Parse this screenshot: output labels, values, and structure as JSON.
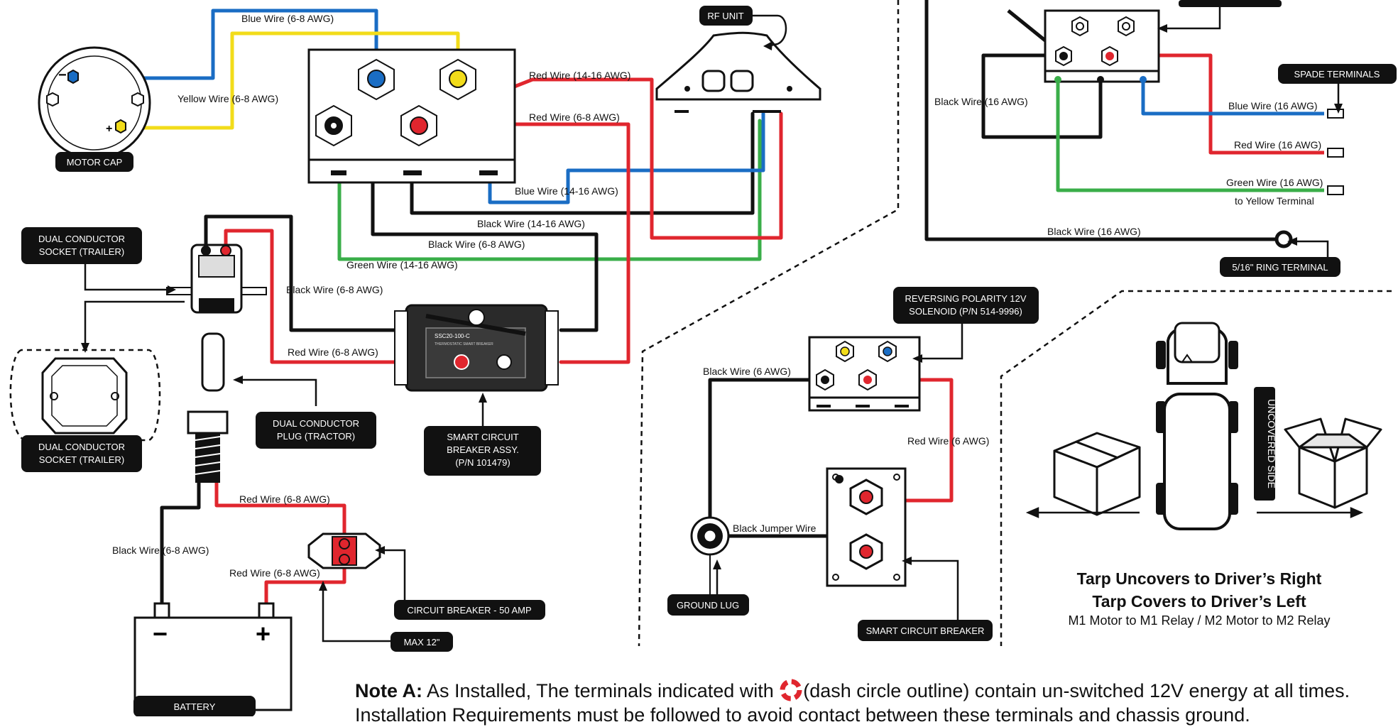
{
  "colors": {
    "blue": "#1a6dc4",
    "yellow": "#f2dc1a",
    "red": "#e0262e",
    "green": "#3aae49",
    "black": "#111111"
  },
  "wire_labels": {
    "blue_6_8": "Blue Wire (6-8 AWG)",
    "yellow_6_8": "Yellow Wire (6-8 AWG)",
    "red_14_16": "Red Wire (14-16 AWG)",
    "red_6_8_top": "Red Wire (6-8 AWG)",
    "blue_14_16": "Blue Wire (14-16 AWG)",
    "black_14_16": "Black Wire (14-16 AWG)",
    "black_6_8_mid": "Black Wire (6-8 AWG)",
    "green_14_16": "Green Wire (14-16 AWG)",
    "black_6_8_left": "Black Wire (6-8 AWG)",
    "red_6_8_left": "Red Wire (6-8 AWG)",
    "red_6_8_plug": "Red Wire (6-8 AWG)",
    "black_6_8_battery": "Black Wire (6-8 AWG)",
    "red_6_8_battery": "Red Wire (6-8 AWG)",
    "black_16_tr": "Black Wire (16 AWG)",
    "blue_16": "Blue Wire (16 AWG)",
    "red_16": "Red Wire (16 AWG)",
    "green_16": "Green Wire (16 AWG)",
    "to_yellow": "to Yellow Terminal",
    "black_16_bottom": "Black Wire (16 AWG)",
    "black_6": "Black Wire (6 AWG)",
    "red_6": "Red Wire (6 AWG)",
    "black_jumper": "Black Jumper Wire"
  },
  "callouts": {
    "motor_cap": "MOTOR CAP",
    "rf_unit": "RF UNIT",
    "dual_socket_top": [
      "DUAL CONDUCTOR",
      "SOCKET (TRAILER)"
    ],
    "dual_socket_bottom": [
      "DUAL CONDUCTOR",
      "SOCKET (TRAILER)"
    ],
    "dual_plug": [
      "DUAL CONDUCTOR",
      "PLUG (TRACTOR)"
    ],
    "smart_cb_assy": [
      "SMART CIRCUIT",
      "BREAKER ASSY.",
      "(P/N 101479)"
    ],
    "battery": "BATTERY",
    "cb_50": "CIRCUIT BREAKER - 50 AMP",
    "max_12": "MAX 12\"",
    "spade": "SPADE TERMINALS",
    "ring_terminal": "5/16\" RING TERMINAL",
    "reversing": [
      "REVERSING POLARITY 12V",
      "SOLENOID (P/N 514-9996)"
    ],
    "ground_lug": "GROUND LUG",
    "smart_cb": "SMART CIRCUIT BREAKER",
    "uncovered_side": "UNCOVERED SIDE"
  },
  "breaker_text": {
    "model": "SSC20-100-C",
    "sub": "THERMOSTATIC SMART BREAKER"
  },
  "symbols": {
    "minus": "−",
    "plus": "+"
  },
  "tarp": {
    "line1": "Tarp Uncovers to Driver’s Right",
    "line2": "Tarp Covers to Driver’s Left",
    "line3": "M1 Motor to M1 Relay / M2 Motor to M2 Relay"
  },
  "note": {
    "label": "Note A:",
    "before": " As Installed, The terminals indicated with ",
    "after": "(dash circle outline) contain un-switched 12V energy at all times.",
    "line2": "Installation Requirements must be followed to avoid contact between these terminals and chassis ground."
  }
}
